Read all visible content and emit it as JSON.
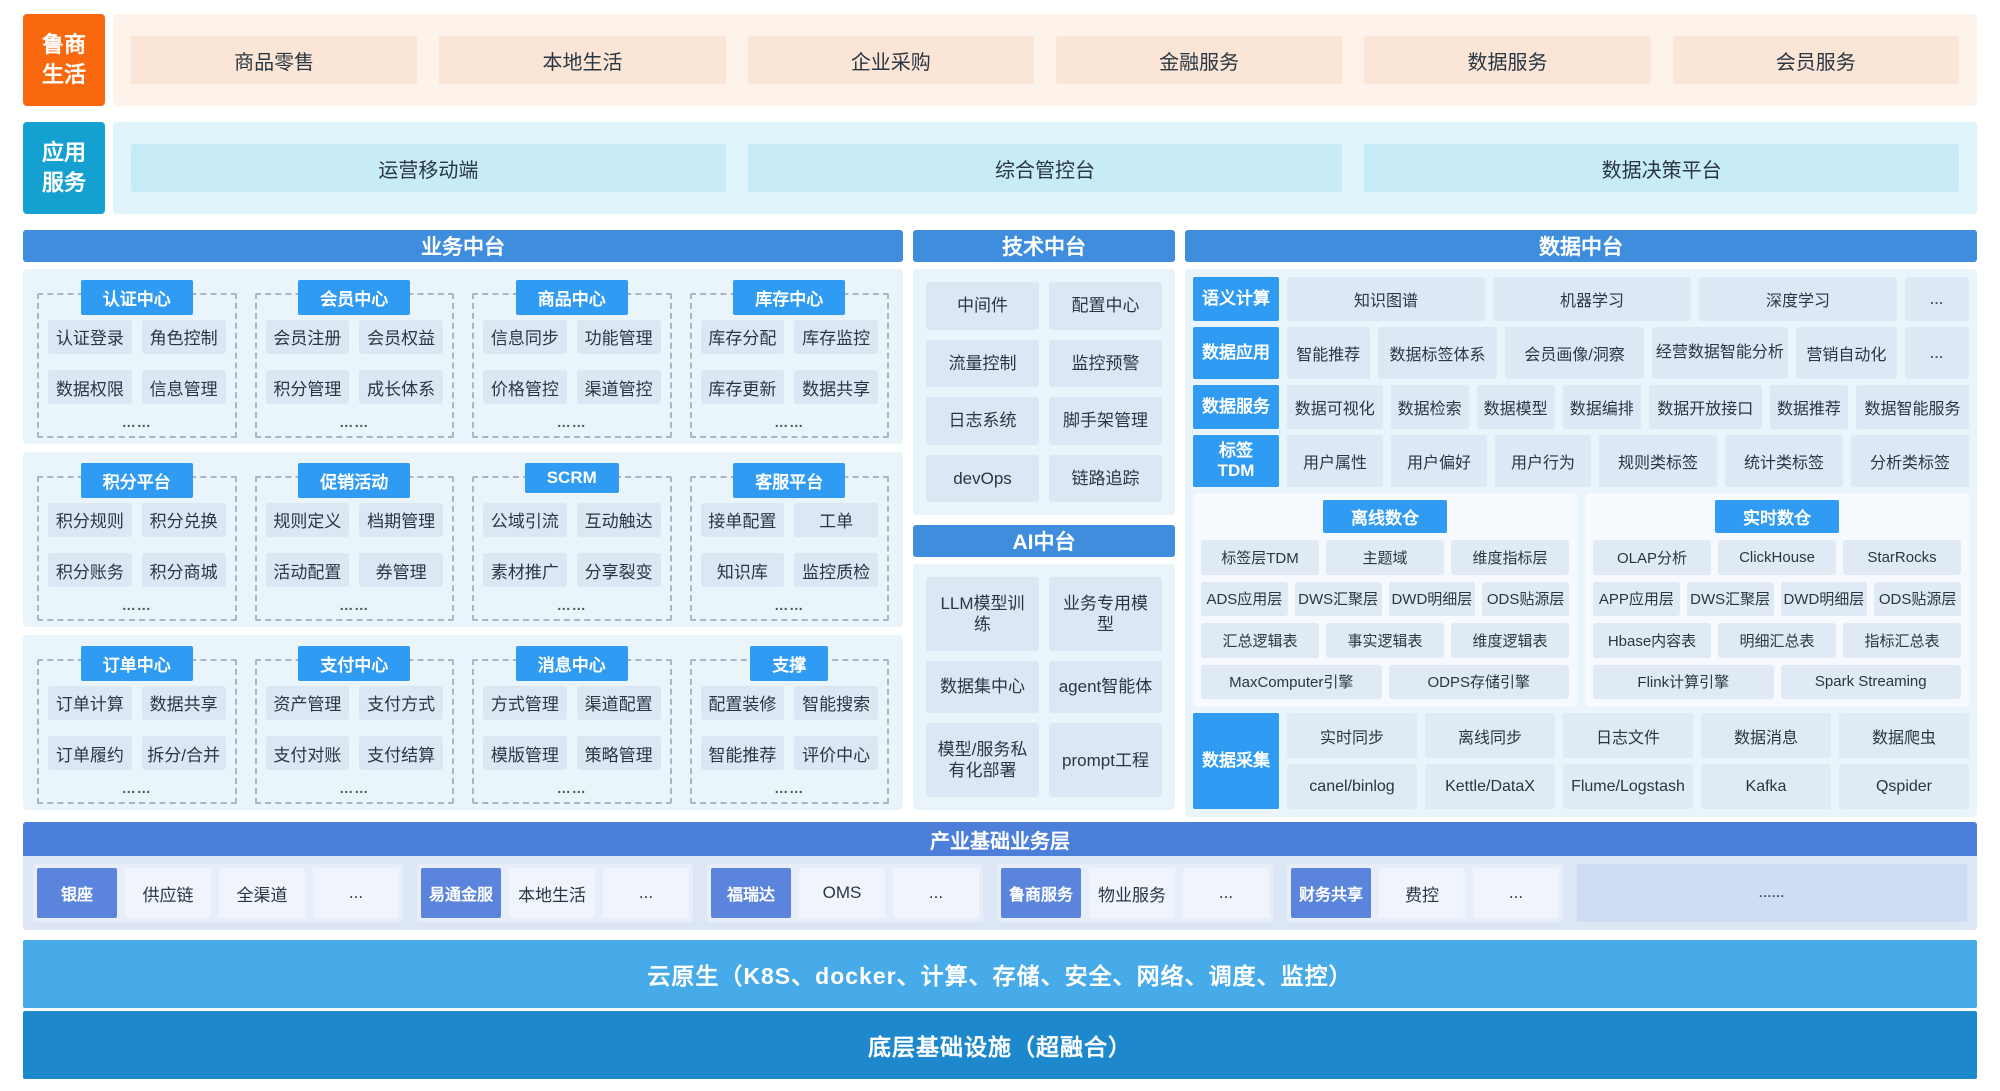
{
  "brand_band": {
    "logo": "鲁商生活",
    "items": [
      "商品零售",
      "本地生活",
      "企业采购",
      "金融服务",
      "数据服务",
      "会员服务"
    ]
  },
  "app_band": {
    "logo": "应用服务",
    "items": [
      "运营移动端",
      "综合管控台",
      "数据决策平台"
    ]
  },
  "business_platform": {
    "title": "业务中台",
    "rows": [
      [
        {
          "title": "认证中心",
          "items": [
            "认证登录",
            "角色控制",
            "数据权限",
            "信息管理"
          ],
          "more": "……"
        },
        {
          "title": "会员中心",
          "items": [
            "会员注册",
            "会员权益",
            "积分管理",
            "成长体系"
          ],
          "more": "……"
        },
        {
          "title": "商品中心",
          "items": [
            "信息同步",
            "功能管理",
            "价格管控",
            "渠道管控"
          ],
          "more": "……"
        },
        {
          "title": "库存中心",
          "items": [
            "库存分配",
            "库存监控",
            "库存更新",
            "数据共享"
          ],
          "more": "……"
        }
      ],
      [
        {
          "title": "积分平台",
          "items": [
            "积分规则",
            "积分兑换",
            "积分账务",
            "积分商城"
          ],
          "more": "……"
        },
        {
          "title": "促销活动",
          "items": [
            "规则定义",
            "档期管理",
            "活动配置",
            "券管理"
          ],
          "more": "……"
        },
        {
          "title": "SCRM",
          "items": [
            "公域引流",
            "互动触达",
            "素材推广",
            "分享裂变"
          ],
          "more": "……"
        },
        {
          "title": "客服平台",
          "items": [
            "接单配置",
            "工单",
            "知识库",
            "监控质检"
          ],
          "more": "……"
        }
      ],
      [
        {
          "title": "订单中心",
          "items": [
            "订单计算",
            "数据共享",
            "订单履约",
            "拆分/合并"
          ],
          "more": "……"
        },
        {
          "title": "支付中心",
          "items": [
            "资产管理",
            "支付方式",
            "支付对账",
            "支付结算"
          ],
          "more": "……"
        },
        {
          "title": "消息中心",
          "items": [
            "方式管理",
            "渠道配置",
            "模版管理",
            "策略管理"
          ],
          "more": "……"
        },
        {
          "title": "支撑",
          "items": [
            "配置装修",
            "智能搜索",
            "智能推荐",
            "评价中心"
          ],
          "more": "……"
        }
      ]
    ]
  },
  "tech_platform": {
    "title": "技术中台",
    "items": [
      "中间件",
      "配置中心",
      "流量控制",
      "监控预警",
      "日志系统",
      "脚手架管理",
      "devOps",
      "链路追踪"
    ]
  },
  "ai_platform": {
    "title": "AI中台",
    "items": [
      "LLM模型训练",
      "业务专用模型",
      "数据集中心",
      "agent智能体",
      "模型/服务私有化部署",
      "prompt工程"
    ]
  },
  "data_platform": {
    "title": "数据中台",
    "rows": [
      {
        "label": "语义计算",
        "items": [
          "知识图谱",
          "机器学习",
          "深度学习",
          "..."
        ]
      },
      {
        "label": "数据应用",
        "items": [
          "智能推荐",
          "数据标签体系",
          "会员画像/洞察",
          "经营数据智能分析",
          "营销自动化",
          "..."
        ]
      },
      {
        "label": "数据服务",
        "items": [
          "数据可视化",
          "数据检索",
          "数据模型",
          "数据编排",
          "数据开放接口",
          "数据推荐",
          "数据智能服务"
        ]
      },
      {
        "label": "标签\nTDM",
        "items": [
          "用户属性",
          "用户偏好",
          "用户行为",
          "规则类标签",
          "统计类标签",
          "分析类标签"
        ]
      }
    ],
    "warehouses": [
      {
        "title": "离线数仓",
        "rows": [
          [
            "标签层TDM",
            "主题域",
            "维度指标层"
          ],
          [
            "ADS应用层",
            "DWS汇聚层",
            "DWD明细层",
            "ODS贴源层"
          ],
          [
            "汇总逻辑表",
            "事实逻辑表",
            "维度逻辑表"
          ],
          [
            "MaxComputer引擎",
            "ODPS存储引擎"
          ]
        ]
      },
      {
        "title": "实时数仓",
        "rows": [
          [
            "OLAP分析",
            "ClickHouse",
            "StarRocks"
          ],
          [
            "APP应用层",
            "DWS汇聚层",
            "DWD明细层",
            "ODS贴源层"
          ],
          [
            "Hbase内容表",
            "明细汇总表",
            "指标汇总表"
          ],
          [
            "Flink计算引擎",
            "Spark Streaming"
          ]
        ]
      }
    ],
    "collection": {
      "label": "数据采集",
      "pairs": [
        [
          "实时同步",
          "canel/binlog"
        ],
        [
          "离线同步",
          "Kettle/DataX"
        ],
        [
          "日志文件",
          "Flume/Logstash"
        ],
        [
          "数据消息",
          "Kafka"
        ],
        [
          "数据爬虫",
          "Qspider"
        ]
      ]
    }
  },
  "industry_layer": {
    "title": "产业基础业务层",
    "groups": [
      {
        "leader": "银座",
        "items": [
          "供应链",
          "全渠道",
          "..."
        ]
      },
      {
        "leader": "易通金服",
        "items": [
          "本地生活",
          "..."
        ]
      },
      {
        "leader": "福瑞达",
        "items": [
          "OMS",
          "..."
        ]
      },
      {
        "leader": "鲁商服务",
        "items": [
          "物业服务",
          "..."
        ]
      },
      {
        "leader": "财务共享",
        "items": [
          "费控",
          "..."
        ]
      }
    ],
    "more": "......"
  },
  "cloud_layer": {
    "label": "云原生（K8S、docker、计算、存储、安全、网络、调度、监控）"
  },
  "infra_layer": {
    "label": "底层基础设施（超融合）"
  },
  "colors": {
    "brand_orange": "#F8690F",
    "app_cyan": "#15A0D2",
    "section_header_blue": "#3E8EDD",
    "badge_blue": "#2F9BF3",
    "panel_light_blue": "#E9F4FB",
    "chip_blue_gray": "#DCE9F5",
    "industry_header_blue": "#4B7FD9",
    "industry_leader_blue": "#5B85DC",
    "cloud_blue": "#47AAE9",
    "infra_blue": "#1E88CD"
  }
}
